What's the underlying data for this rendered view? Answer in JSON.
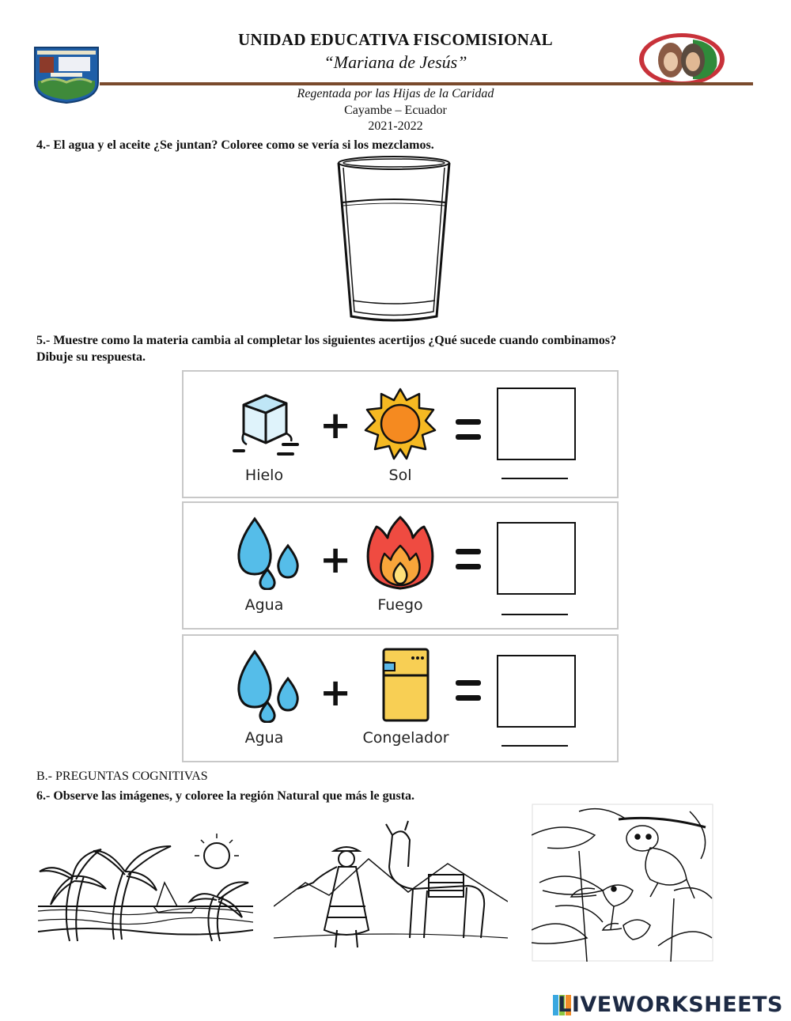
{
  "header": {
    "title": "UNIDAD EDUCATIVA FISCOMISIONAL",
    "subtitle": "“Mariana de Jesús”",
    "line1": "Regentada por las Hijas de la Caridad",
    "line2": "Cayambe – Ecuador",
    "line3": "2021-2022"
  },
  "q4": {
    "text": "4.- El agua y el aceite ¿Se juntan? Coloree como se vería si los mezclamos."
  },
  "q5": {
    "line1": "5.- Muestre como la materia cambia al completar los siguientes acertijos ¿Qué sucede cuando combinamos?",
    "line2": "Dibuje su respuesta.",
    "puzzles": [
      {
        "a": "Hielo",
        "b": "Sol",
        "a_icon": "ice-cube-icon",
        "b_icon": "sun-icon"
      },
      {
        "a": "Agua",
        "b": "Fuego",
        "a_icon": "water-drops-icon",
        "b_icon": "fire-icon"
      },
      {
        "a": "Agua",
        "b": "Congelador",
        "a_icon": "water-drops-icon",
        "b_icon": "freezer-icon"
      }
    ]
  },
  "sectionB": {
    "title": "B.- PREGUNTAS COGNITIVAS"
  },
  "q6": {
    "text": "6.- Observe las imágenes, y coloree la región Natural que más le gusta."
  },
  "images": [
    "beach-palms-illustration",
    "andes-llama-illustration",
    "jungle-sloth-illustration"
  ],
  "footer": {
    "brand": "LIVEWORKSHEETS"
  },
  "colors": {
    "rule": "#7a4a2c",
    "water": "#55bde9",
    "sun": "#f5b922",
    "fire": "#ef4b41",
    "freezer": "#f8cf54"
  }
}
